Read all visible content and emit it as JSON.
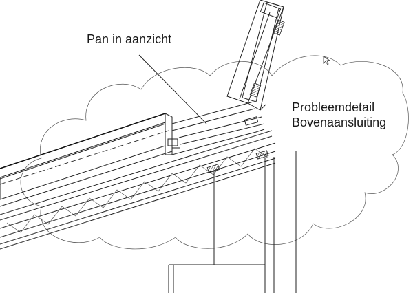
{
  "labels": {
    "pan_label": "Pan in aanzicht",
    "detail_line1": "Probleemdetail",
    "detail_line2": "Bovenaansluiting"
  },
  "icons": {
    "cursor": "mouse-pointer-icon"
  },
  "colors": {
    "line": "#222222",
    "background": "#ffffff"
  }
}
